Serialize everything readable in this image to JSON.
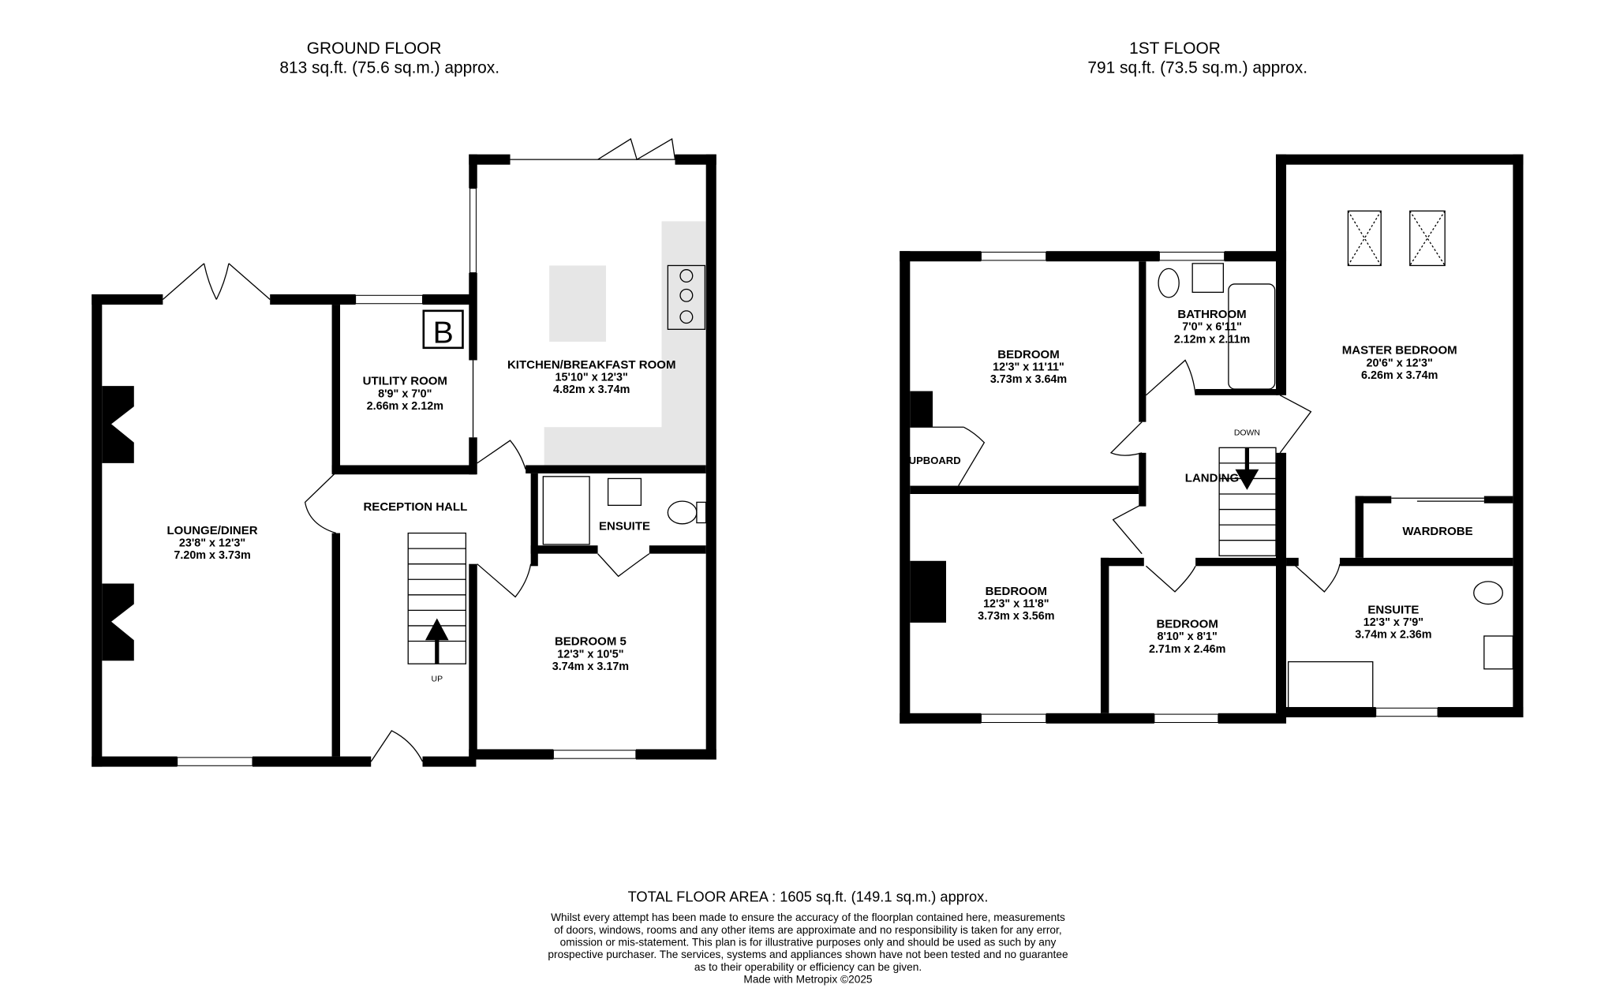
{
  "ground_floor": {
    "title": "GROUND FLOOR",
    "area": "813 sq.ft. (75.6 sq.m.) approx.",
    "rooms": {
      "lounge": {
        "name": "LOUNGE/DINER",
        "imperial": "23'8\"  x 12'3\"",
        "metric": "7.20m  x 3.73m"
      },
      "utility": {
        "name": "UTILITY ROOM",
        "imperial": "8'9\"  x 7'0\"",
        "metric": "2.66m  x 2.12m"
      },
      "kitchen": {
        "name": "KITCHEN/BREAKFAST ROOM",
        "imperial": "15'10\"  x 12'3\"",
        "metric": "4.82m  x 3.74m"
      },
      "hall": {
        "name": "RECEPTION HALL"
      },
      "ensuite": {
        "name": "ENSUITE"
      },
      "bedroom5": {
        "name": "BEDROOM 5",
        "imperial": "12'3\"  x 10'5\"",
        "metric": "3.74m  x 3.17m"
      }
    },
    "boiler_label": "B",
    "stairs_label": "UP"
  },
  "first_floor": {
    "title": "1ST FLOOR",
    "area": "791 sq.ft. (73.5 sq.m.) approx.",
    "rooms": {
      "bedroom1": {
        "name": "BEDROOM",
        "imperial": "12'3\"  x 11'11\"",
        "metric": "3.73m  x 3.64m"
      },
      "bathroom": {
        "name": "BATHROOM",
        "imperial": "7'0\"  x 6'11\"",
        "metric": "2.12m  x 2.11m"
      },
      "master": {
        "name": "MASTER BEDROOM",
        "imperial": "20'6\"  x 12'3\"",
        "metric": "6.26m  x 3.74m"
      },
      "cupboard": {
        "name": "UPBOARD"
      },
      "landing": {
        "name": "LANDING"
      },
      "wardrobe": {
        "name": "WARDROBE"
      },
      "bedroom2": {
        "name": "BEDROOM",
        "imperial": "12'3\"  x 11'8\"",
        "metric": "3.73m  x 3.56m"
      },
      "bedroom3": {
        "name": "BEDROOM",
        "imperial": "8'10\"  x 8'1\"",
        "metric": "2.71m  x 2.46m"
      },
      "ensuite": {
        "name": "ENSUITE",
        "imperial": "12'3\"  x 7'9\"",
        "metric": "3.74m  x 2.36m"
      }
    },
    "stairs_label": "DOWN"
  },
  "footer": {
    "total": "TOTAL FLOOR AREA : 1605 sq.ft. (149.1 sq.m.) approx.",
    "disclaimer": [
      "Whilst every attempt has been made to ensure the accuracy of the floorplan contained here, measurements",
      "of doors, windows, rooms and any other items are approximate and no responsibility is taken for any error,",
      "omission or mis-statement. This plan is for illustrative purposes only and should be used as such by any",
      "prospective purchaser. The services, systems and appliances shown have not been tested and no guarantee",
      "as to their operability or efficiency can be given."
    ],
    "credit": "Made with Metropix ©2025"
  },
  "colors": {
    "wall": "#000000",
    "kitchen_units": "#e6e6e6"
  }
}
